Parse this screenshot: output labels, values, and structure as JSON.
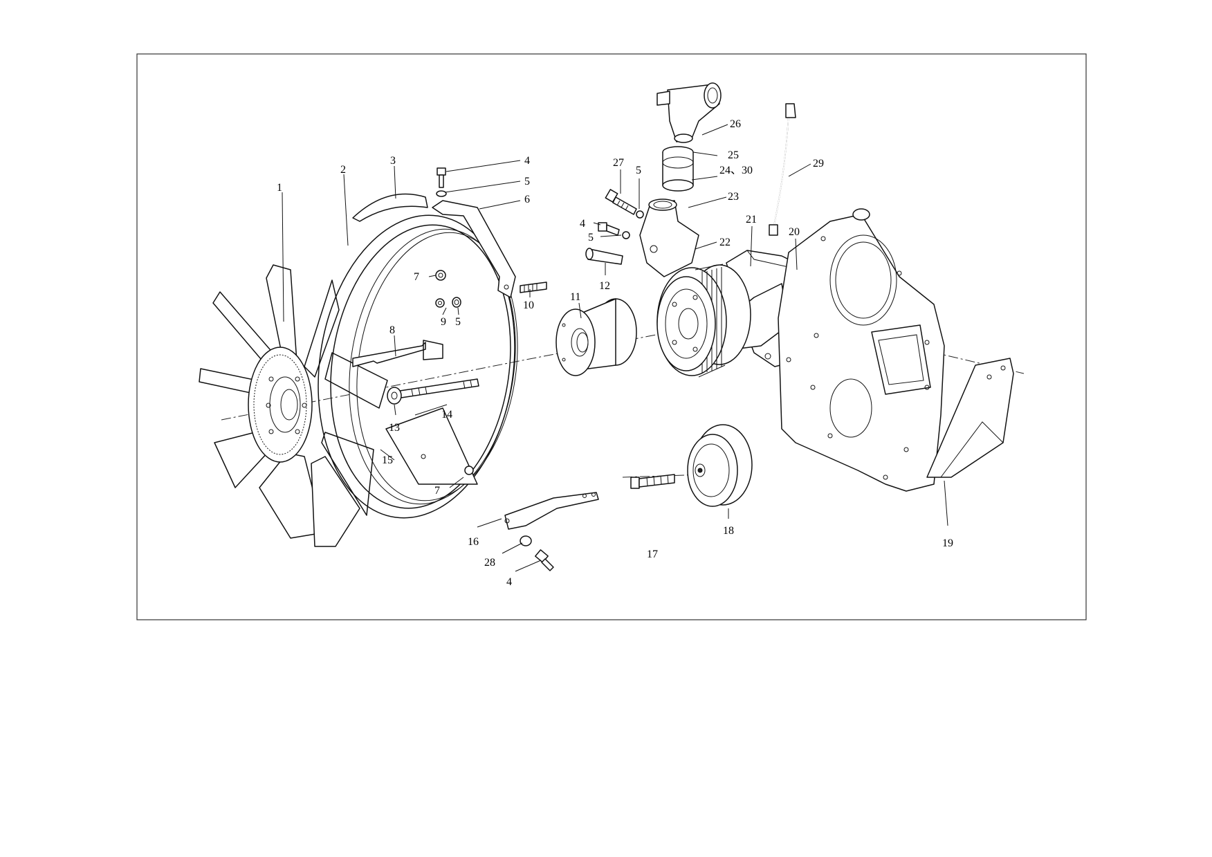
{
  "labels": {
    "l1": "1",
    "l2": "2",
    "l3": "3",
    "l4a": "4",
    "l4b": "4",
    "l4c": "4",
    "l5a": "5",
    "l5b": "5",
    "l5c": "5",
    "l5d": "5",
    "l6": "6",
    "l7a": "7",
    "l7b": "7",
    "l8": "8",
    "l9": "9",
    "l10": "10",
    "l11": "11",
    "l12": "12",
    "l13": "13",
    "l14": "14",
    "l15": "15",
    "l16": "16",
    "l17": "17",
    "l18": "18",
    "l19": "19",
    "l20": "20",
    "l21": "21",
    "l22": "22",
    "l23": "23",
    "l24_30": "24、30",
    "l25": "25",
    "l26": "26",
    "l27": "27",
    "l28": "28",
    "l29": "29"
  }
}
